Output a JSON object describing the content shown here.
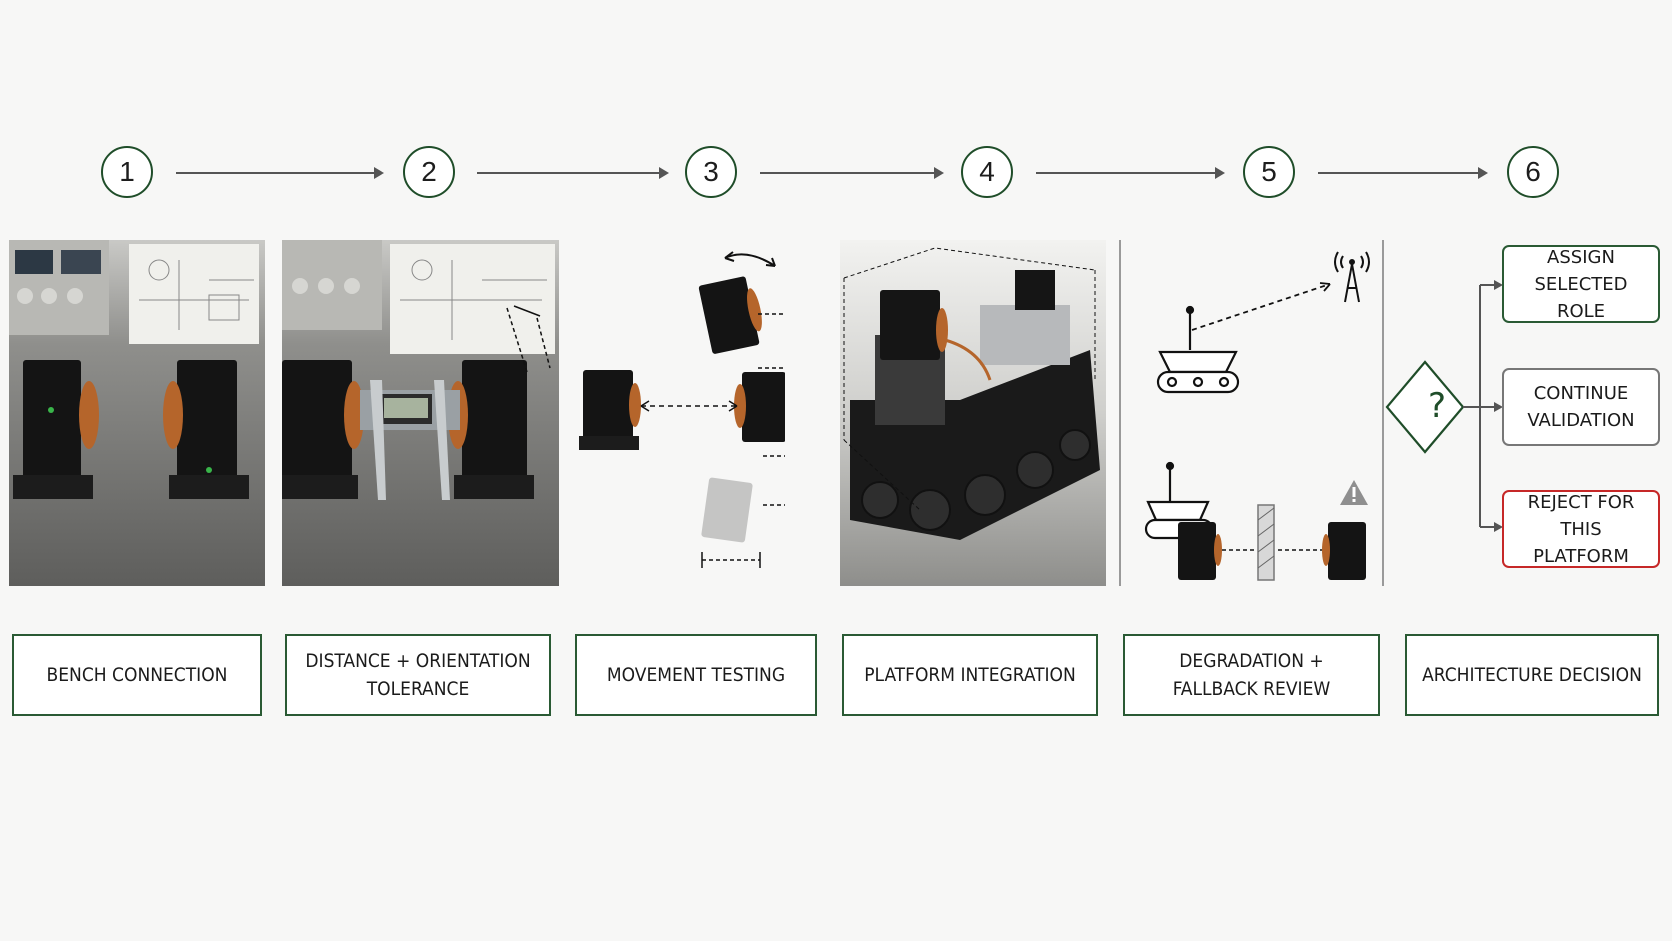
{
  "steps": [
    {
      "number": "1",
      "label": "BENCH CONNECTION"
    },
    {
      "number": "2",
      "label": "DISTANCE + ORIENTATION TOLERANCE"
    },
    {
      "number": "3",
      "label": "MOVEMENT TESTING"
    },
    {
      "number": "4",
      "label": "PLATFORM INTEGRATION"
    },
    {
      "number": "5",
      "label": "DEGRADATION + FALLBACK REVIEW"
    },
    {
      "number": "6",
      "label": "ARCHITECTURE DECISION"
    }
  ],
  "decision": {
    "symbol": "?",
    "options": [
      {
        "label": "ASSIGN SELECTED ROLE",
        "border": "#2a5a34"
      },
      {
        "label": "CONTINUE VALIDATION",
        "border": "#777777"
      },
      {
        "label": "REJECT FOR THIS PLATFORM",
        "border": "#c62828"
      }
    ]
  },
  "colors": {
    "accent_green": "#1f4d29",
    "reject_red": "#c62828",
    "connector_gray": "#555555",
    "copper": "#b5652b"
  },
  "icons": {
    "antenna": "radio-tower-icon",
    "warning": "warning-triangle-icon"
  }
}
